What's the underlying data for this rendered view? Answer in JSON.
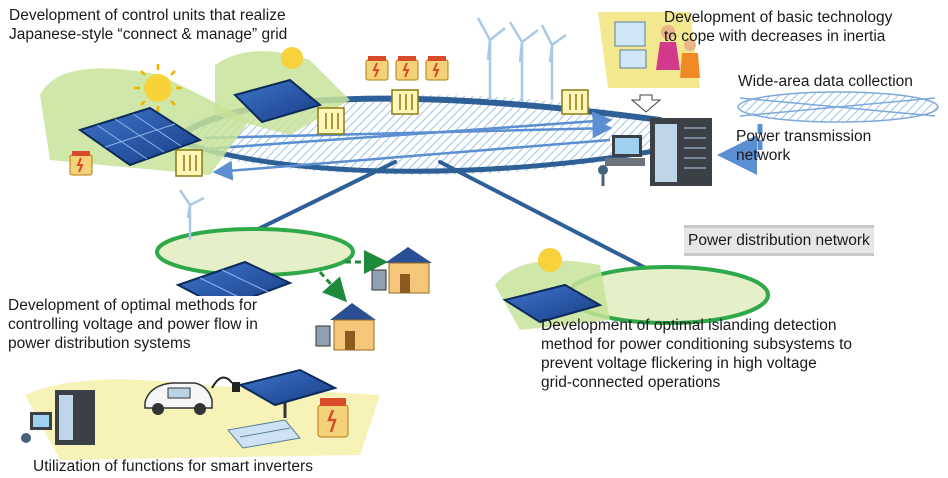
{
  "labels": {
    "control_units": [
      "Development of control units that realize",
      "Japanese-style “connect & manage” grid"
    ],
    "inertia": [
      "Development of basic technology",
      "to cope with decreases in inertia"
    ],
    "wide_area": "Wide-area data collection",
    "transmission": [
      "Power transmission",
      "network"
    ],
    "distribution": "Power distribution network",
    "optimal_methods": [
      "Development of optimal methods for",
      "controlling voltage and power flow in",
      "power distribution systems"
    ],
    "islanding": [
      "Development of optimal islanding detection",
      "method for power conditioning subsystems to",
      "prevent voltage flickering in high voltage",
      "grid-connected operations"
    ],
    "smart_inverters": "Utilization of functions for smart inverters"
  },
  "colors": {
    "network_line": "#2e5f96",
    "arrow_blue": "#5b8fd1",
    "distribution_green": "#2fa84a",
    "dist_fill": "#e6f0c8",
    "flow_green": "#1f8a3a",
    "ev_arrow": "#f2b300",
    "hatch": "#9fc3e6"
  },
  "icons": [
    "solar-panel-icon",
    "sun-icon",
    "battery-icon",
    "inverter-icon",
    "wind-turbine-icon",
    "house-icon",
    "control-room-icon",
    "server-rack-icon",
    "electric-car-icon",
    "charger-icon"
  ]
}
